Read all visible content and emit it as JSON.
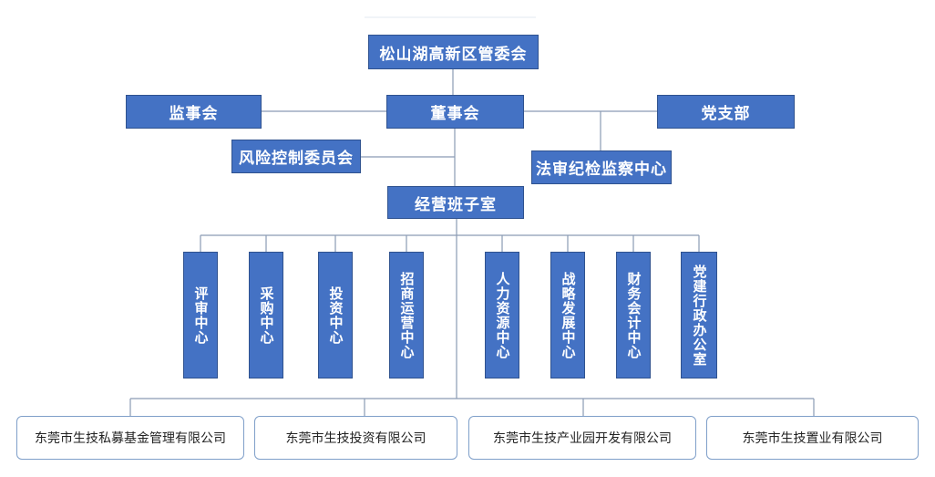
{
  "colors": {
    "box_fill": "#4472c4",
    "box_text": "#ffffff",
    "line": "#8a9bb3",
    "company_border": "#7f9fc9"
  },
  "top": {
    "label": "松山湖高新区管委会"
  },
  "supervisory_board": {
    "label": "监事会"
  },
  "board": {
    "label": "董事会"
  },
  "party_branch": {
    "label": "党支部"
  },
  "risk_committee": {
    "label": "风险控制委员会"
  },
  "legal_center": {
    "label": "法审纪检监察中心"
  },
  "management_office": {
    "label": "经营班子室"
  },
  "departments": [
    {
      "label": "评审中心"
    },
    {
      "label": "采购中心"
    },
    {
      "label": "投资中心"
    },
    {
      "label": "招商运营中心"
    },
    {
      "label": "人力资源中心"
    },
    {
      "label": "战略发展中心"
    },
    {
      "label": "财务会计中心"
    },
    {
      "label": "党建行政办公室"
    }
  ],
  "companies": [
    {
      "label": "东莞市生技私募基金管理有限公司"
    },
    {
      "label": "东莞市生技投资有限公司"
    },
    {
      "label": "东莞市生技产业园开发有限公司"
    },
    {
      "label": "东莞市生技置业有限公司"
    }
  ]
}
